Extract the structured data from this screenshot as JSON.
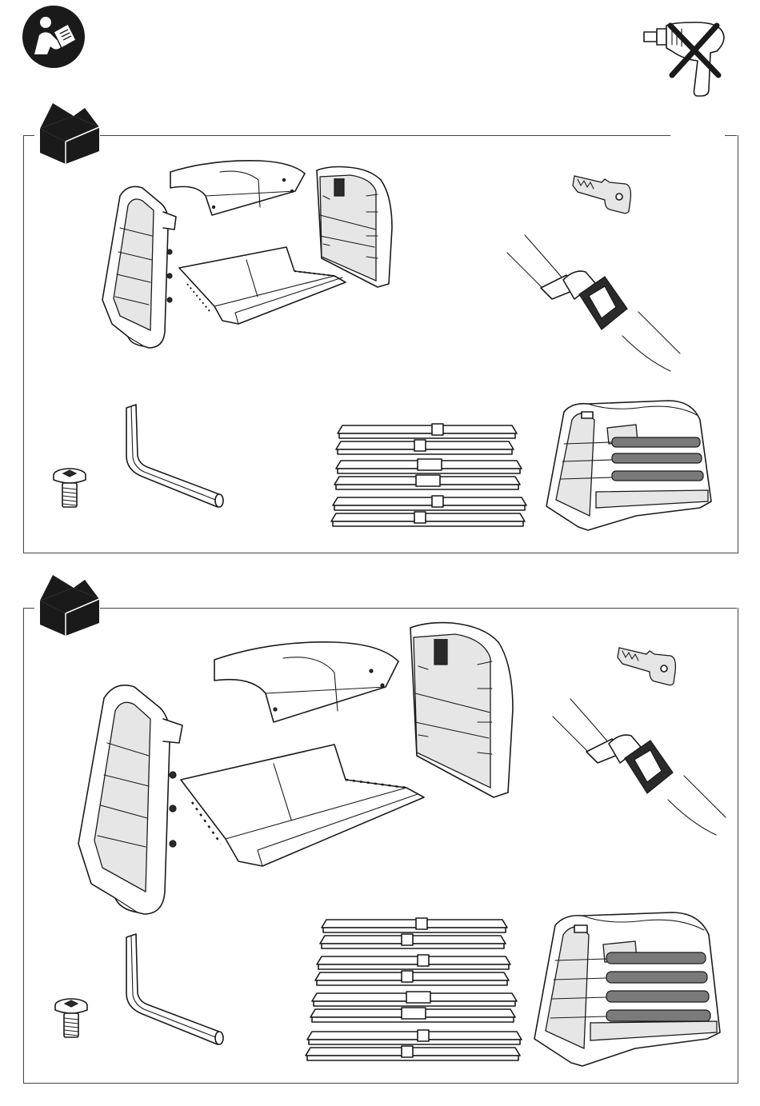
{
  "document": {
    "type": "assembly-instructions-parts-overview",
    "icons": {
      "manual": "read-manual-icon",
      "no_power_drill": "no-power-drill-icon",
      "box": "box-icon"
    },
    "panels": [
      {
        "variant": "small",
        "parts": [
          "rear-door-frame",
          "roof-panel",
          "front-door",
          "floor-panel",
          "key",
          "strap-with-buckle",
          "screw",
          "hex-key",
          "bar-set",
          "assembled-crate"
        ],
        "bar_count": 6
      },
      {
        "variant": "large",
        "parts": [
          "rear-door-frame",
          "roof-panel",
          "front-door",
          "floor-panel",
          "key",
          "strap-with-buckle",
          "screw",
          "hex-key",
          "bar-set",
          "assembled-crate"
        ],
        "bar_count": 8
      }
    ],
    "colors": {
      "line": "#1a1a1a",
      "fill_dark": "#2a2a2a",
      "fill_grey": "#7a7a7a",
      "background": "#ffffff"
    }
  }
}
